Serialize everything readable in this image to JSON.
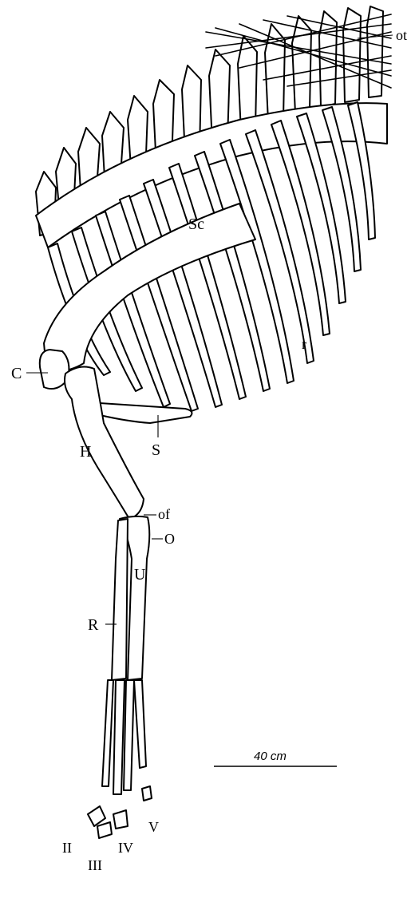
{
  "labels": {
    "ot": "ot",
    "Sc": "Sc",
    "r": "r",
    "C": "C",
    "S": "S",
    "H": "H",
    "of": "of",
    "O": "O",
    "U": "U",
    "R": "R",
    "II": "II",
    "III": "III",
    "IV": "IV",
    "V": "V"
  },
  "scale_bar": {
    "label": "40 cm"
  }
}
